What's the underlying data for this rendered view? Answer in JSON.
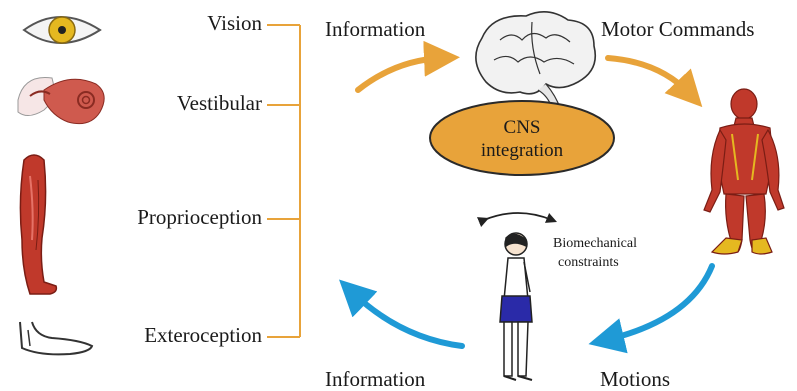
{
  "senses": [
    {
      "label": "Vision",
      "icon": "eye-icon"
    },
    {
      "label": "Vestibular",
      "icon": "inner-ear-icon"
    },
    {
      "label": "Proprioception",
      "icon": "leg-muscle-icon"
    },
    {
      "label": "Exteroception",
      "icon": "foot-icon"
    }
  ],
  "flow": {
    "information_top": "Information",
    "motor_commands": "Motor Commands",
    "information_bottom": "Information",
    "motions": "Motions"
  },
  "cns": {
    "line1": "CNS",
    "line2": "integration"
  },
  "biomech": {
    "line1": "Biomechanical",
    "line2": "constraints"
  },
  "colors": {
    "bracket": "#e8a33a",
    "arrow_orange": "#e8a33a",
    "arrow_blue": "#1f9ad6",
    "cns_fill": "#e8a33a",
    "muscle": "#c0392b"
  }
}
